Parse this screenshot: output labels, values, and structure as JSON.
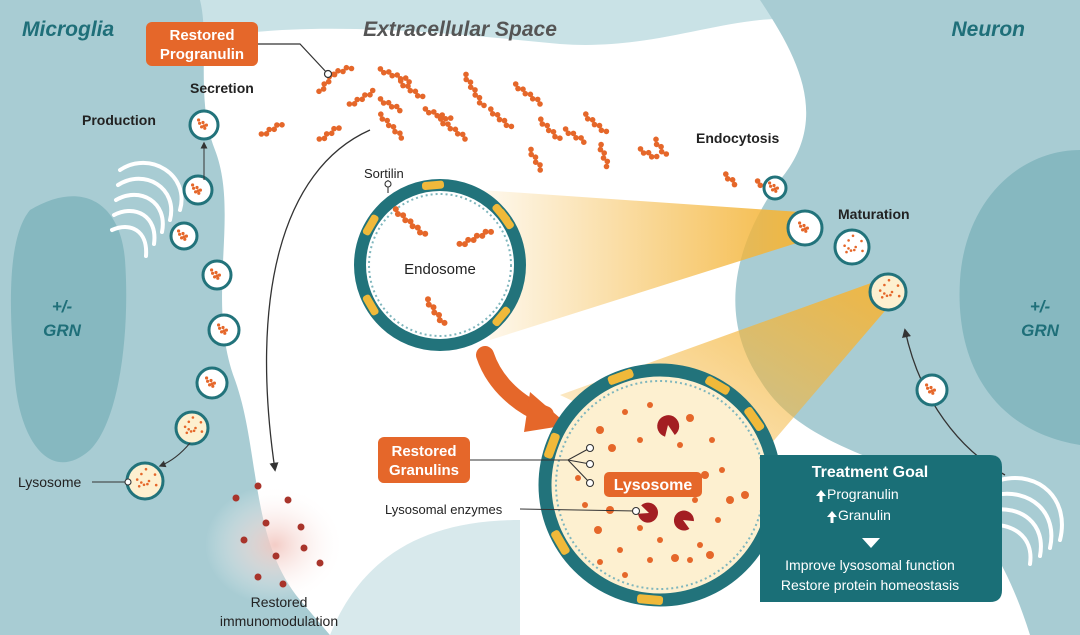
{
  "titles": {
    "microglia": "Microglia",
    "neuron": "Neuron",
    "extracellular": "Extracellular Space"
  },
  "genotype": {
    "left": [
      "+/-",
      "GRN"
    ],
    "right": [
      "+/-",
      "GRN"
    ]
  },
  "badges": {
    "progranulin": [
      "Restored",
      "Progranulin"
    ],
    "granulins": [
      "Restored",
      "Granulins"
    ],
    "lysosome": "Lysosome"
  },
  "labels": {
    "secretion": "Secretion",
    "production": "Production",
    "lysosome_left": "Lysosome",
    "endocytosis": "Endocytosis",
    "maturation": "Maturation",
    "sortilin": "Sortilin",
    "endosome": "Endosome",
    "lysosomal_enzymes": "Lysosomal enzymes",
    "immunomodulation": [
      "Restored",
      "immunomodulation"
    ]
  },
  "treatment_goal": {
    "title": "Treatment Goal",
    "items": [
      {
        "arrow": "up",
        "text": "Progranulin"
      },
      {
        "arrow": "up",
        "text": "Granulin"
      }
    ],
    "outcomes": [
      "Improve lysosomal function",
      "Restore protein homeostasis"
    ]
  },
  "colors": {
    "accent": "#e5672a",
    "teal_dark": "#1f6f79",
    "teal_cell": "#aacfd6",
    "teal_nucleus": "#8bbcc4",
    "teal_band": "#c7e1e5",
    "membrane": "#22737b",
    "sortilin": "#f0b93a",
    "lumen": "#fdf0d0",
    "enzyme": "#a31e22",
    "goal_box": "#1a6f77"
  },
  "icons": [
    "arrow-up-icon",
    "triangle-down-icon",
    "curved-arrow-icon"
  ]
}
